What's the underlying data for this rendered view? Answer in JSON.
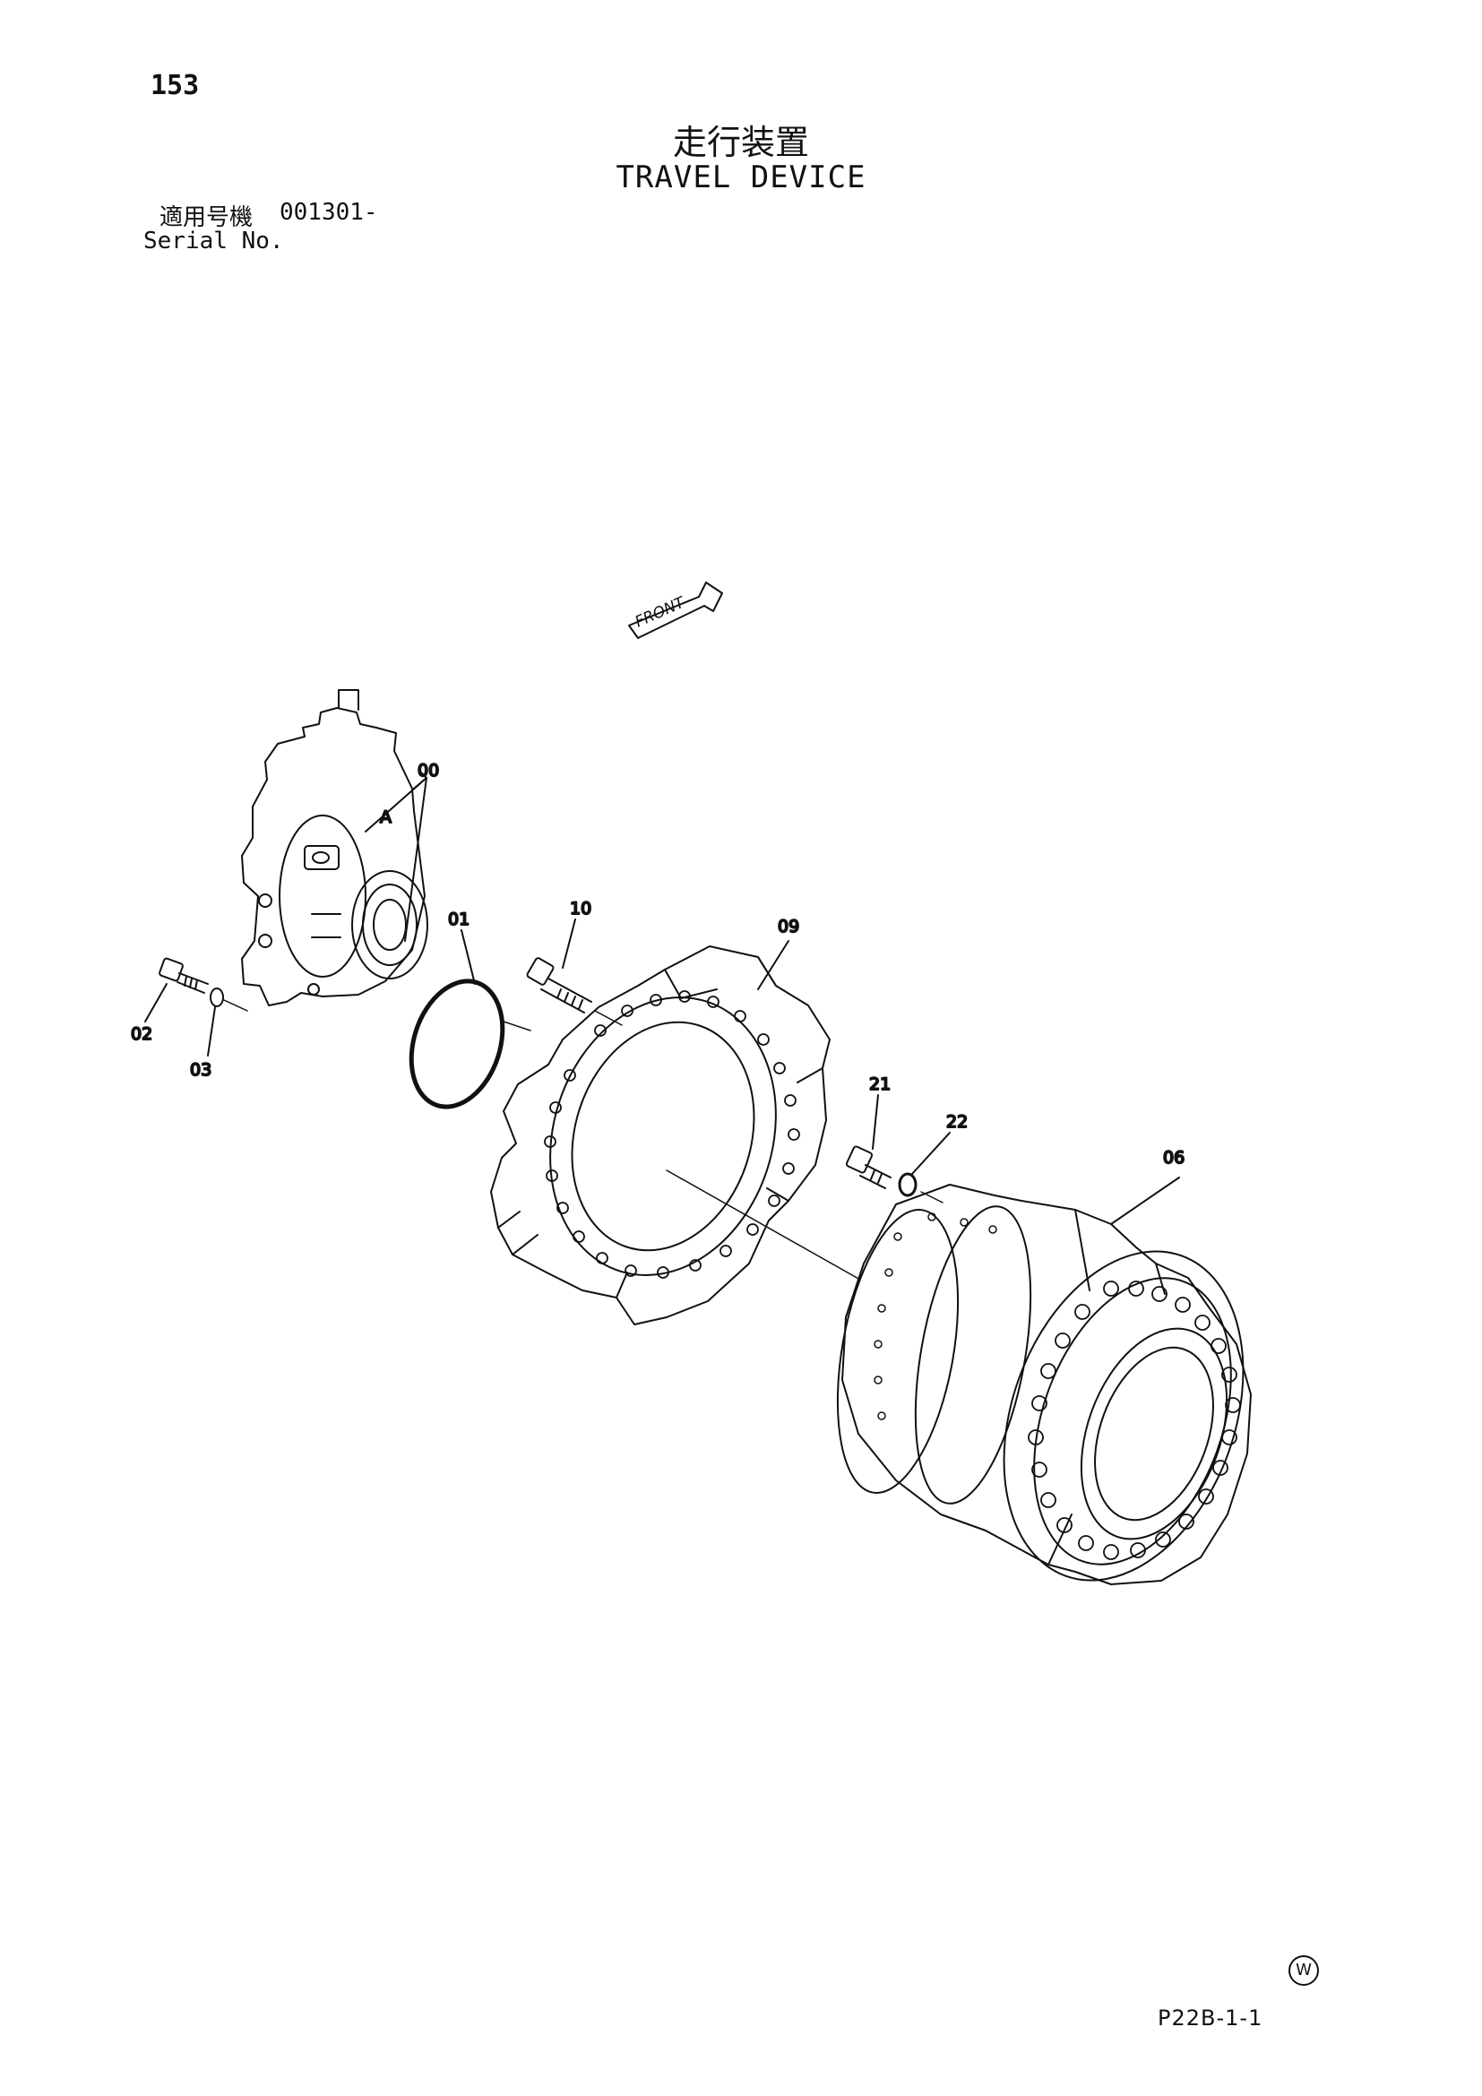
{
  "page": {
    "number": "153",
    "title_ja": "走行装置",
    "title_en": "TRAVEL DEVICE",
    "serial_label_ja": "適用号機",
    "serial_value": "001301-",
    "serial_label_en": "Serial No."
  },
  "diagram": {
    "front_label": "FRONT",
    "view_label": "A",
    "callouts": {
      "c00": "00",
      "c01": "01",
      "c02": "02",
      "c03": "03",
      "c06": "06",
      "c09": "09",
      "c10": "10",
      "c21": "21",
      "c22": "22"
    }
  },
  "footer": {
    "mark": "W",
    "figure_code": "P22B-1-1"
  }
}
